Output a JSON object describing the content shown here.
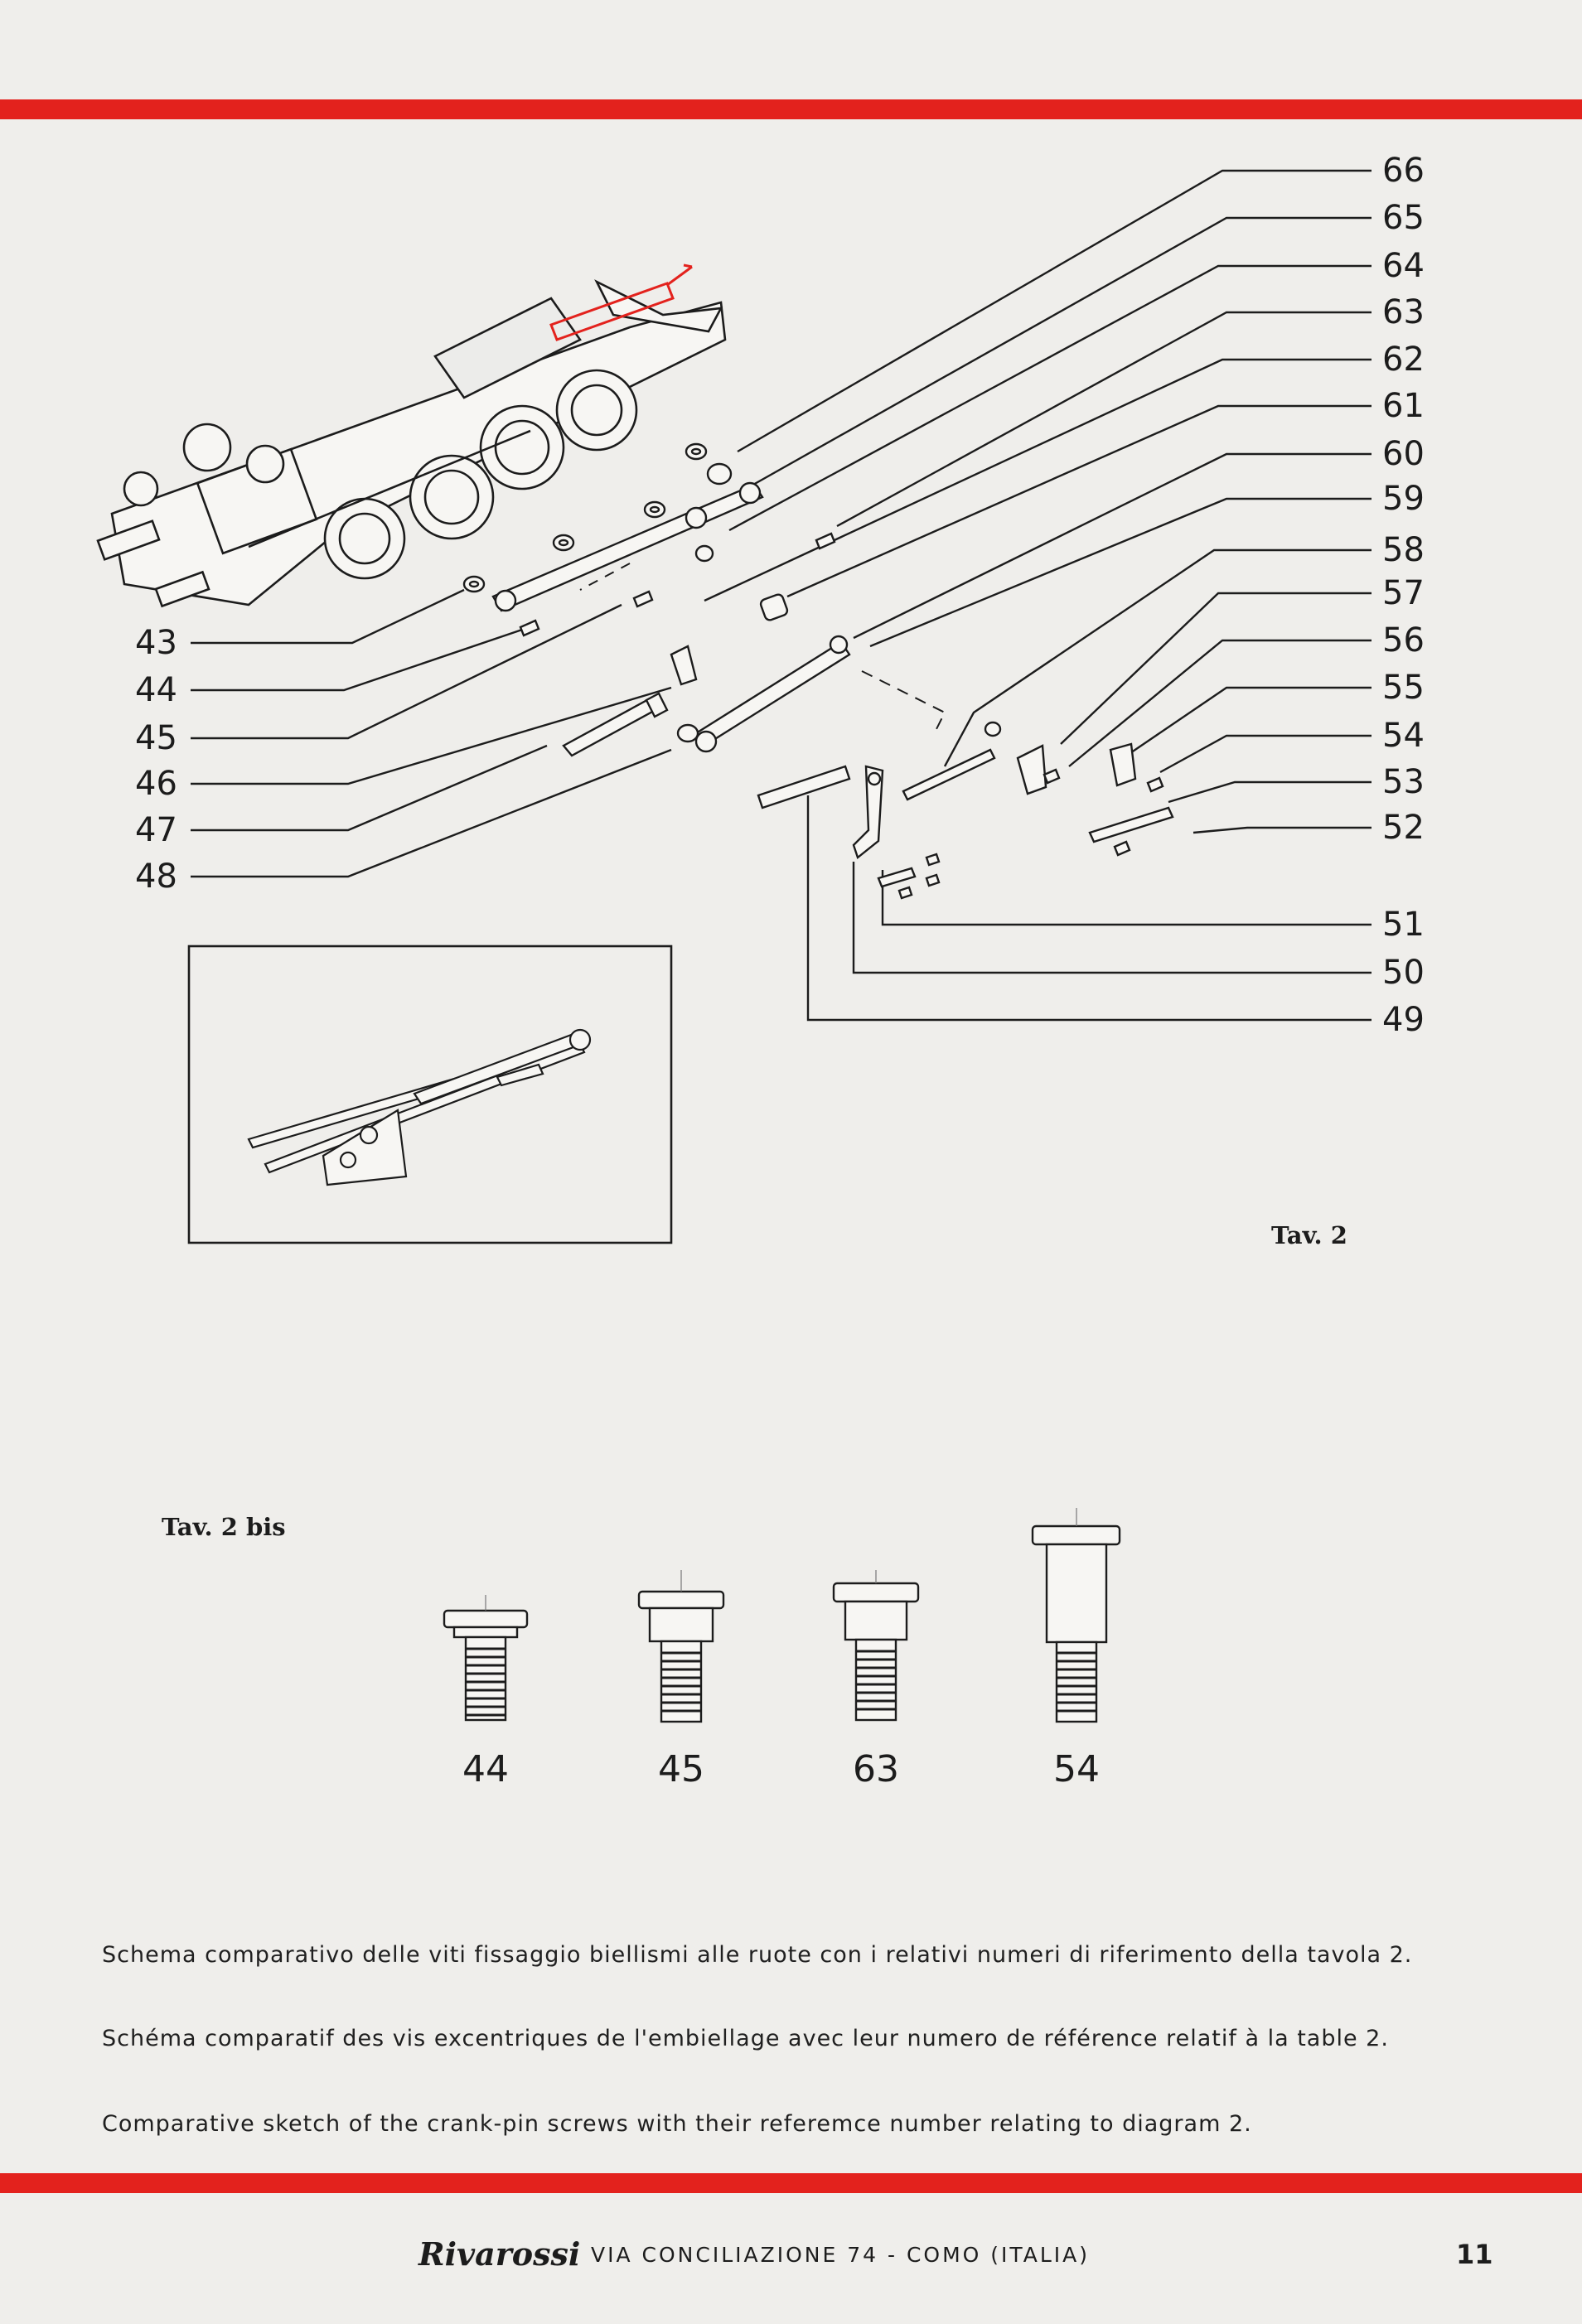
{
  "callouts_right": [
    "66",
    "65",
    "64",
    "63",
    "62",
    "61",
    "60",
    "59",
    "58",
    "57",
    "56",
    "55",
    "54",
    "53",
    "52",
    "51",
    "50",
    "49"
  ],
  "callouts_left": [
    "43",
    "44",
    "45",
    "46",
    "47",
    "48"
  ],
  "plate_label": "Tav. 2",
  "plate_bis_label": "Tav. 2 bis",
  "screws": [
    "44",
    "45",
    "63",
    "54"
  ],
  "caption_it": "Schema comparativo delle viti fissaggio biellismi alle ruote con i relativi numeri di riferimento della tavola 2.",
  "caption_fr": "Schéma comparatif des vis excentriques de l'embiellage avec leur numero de référence relatif à la table 2.",
  "caption_en": "Comparative sketch of the crank-pin screws with their referemce number relating to diagram 2.",
  "footer": {
    "brand": "Rivarossi",
    "address": "VIA CONCILIAZIONE 74 - COMO (ITALIA)",
    "page_number": "11"
  },
  "colors": {
    "accent_red": "#e3221d",
    "paper": "#efeeeb",
    "ink": "#1c1c1c"
  }
}
